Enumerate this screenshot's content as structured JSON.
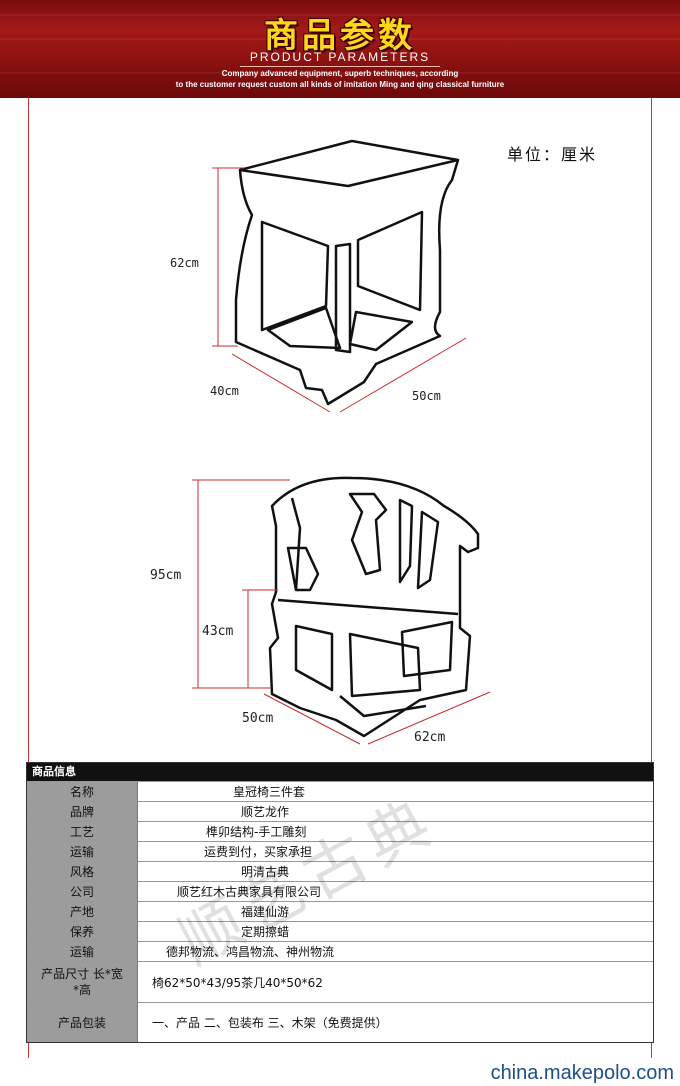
{
  "header": {
    "title": "商品参数",
    "subtitle": "PRODUCT PARAMETERS",
    "desc_line1": "Company advanced equipment, superb techniques, according",
    "desc_line2": "to the customer request custom all kinds of imitation Ming and qing classical furniture"
  },
  "unit_label": "单位：厘米",
  "dimensions": {
    "table_height": "62cm",
    "table_depth": "40cm",
    "table_width": "50cm",
    "chair_height": "95cm",
    "seat_height": "43cm",
    "chair_depth": "50cm",
    "chair_width": "62cm"
  },
  "info": {
    "heading": "商品信息",
    "rows": [
      {
        "key": "名称",
        "value": "皇冠椅三件套"
      },
      {
        "key": "品牌",
        "value": "顺艺龙作"
      },
      {
        "key": "工艺",
        "value": "榫卯结构-手工雕刻"
      },
      {
        "key": "运输",
        "value": "运费到付，买家承担"
      },
      {
        "key": "风格",
        "value": "明清古典"
      },
      {
        "key": "公司",
        "value": "顺艺红木古典家具有限公司"
      },
      {
        "key": "产地",
        "value": "福建仙游"
      },
      {
        "key": "保养",
        "value": "定期擦蜡"
      },
      {
        "key": "运输",
        "value": "德邦物流、鸿昌物流、神州物流"
      },
      {
        "key": "产品尺寸 长*宽*高",
        "value": "椅62*50*43/95茶几40*50*62"
      },
      {
        "key": "产品包装",
        "value": "一、产品  二、包装布  三、木架（免费提供）"
      }
    ]
  },
  "watermark": "顺艺古典",
  "footer_site": "china.makepolo.com"
}
